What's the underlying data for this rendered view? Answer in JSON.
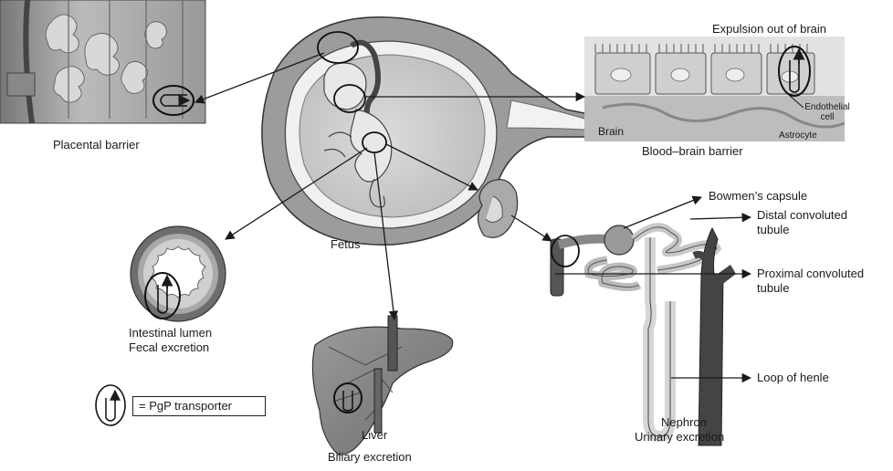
{
  "labels": {
    "placental_barrier": "Placental barrier",
    "expulsion": "Expulsion out of brain",
    "endothelial_cell": "Endothelial\ncell",
    "brain": "Brain",
    "astrocyte": "Astrocyte",
    "blood_brain_barrier": "Blood–brain barrier",
    "fetus": "Fetus",
    "bowmens_capsule": "Bowmen’s capsule",
    "distal_tubule": "Distal convoluted\ntubule",
    "proximal_tubule": "Proximal convoluted\ntubule",
    "intestinal_lumen": "Intestinal lumen",
    "fecal_excretion": "Fecal excretion",
    "loop_of_henle": "Loop of henle",
    "liver": "Liver",
    "biliary_excretion": "Biliary excretion",
    "nephron": "Nephron",
    "urinary_excretion": "Urinary excretion"
  },
  "legend": {
    "text": "= PgP transporter"
  },
  "colors": {
    "line": "#1a1a1a",
    "tissue_dark": "#555555",
    "tissue_mid": "#9a9a9a",
    "tissue_light": "#d4d4d4",
    "tissue_pale": "#ececec"
  }
}
